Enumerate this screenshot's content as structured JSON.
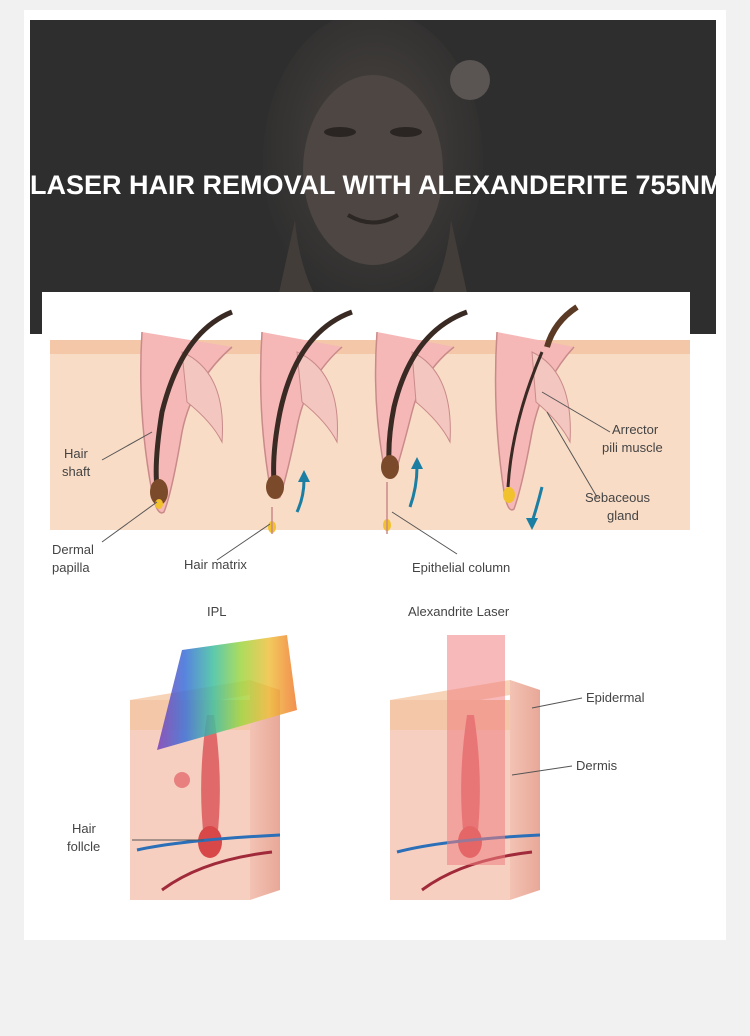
{
  "banner": {
    "title": "LASER HAIR REMOVAL WITH ALEXANDERITE 755NM"
  },
  "follicle_diagram": {
    "labels": {
      "hair_shaft_1": "Hair",
      "hair_shaft_2": "shaft",
      "dermal_papilla_1": "Dermal",
      "dermal_papilla_2": "papilla",
      "hair_matrix": "Hair matrix",
      "epithelial_column": "Epithelial column",
      "arrector_1": "Arrector",
      "arrector_2": "pili muscle",
      "sebaceous_1": "Sebaceous",
      "sebaceous_2": "gland"
    },
    "colors": {
      "skin": "#f7d3b8",
      "follicle": "#f2a8a8",
      "hair": "#3a2a24",
      "arrow": "#1b7fa3"
    }
  },
  "comparison": {
    "ipl_title": "IPL",
    "laser_title": "Alexandrite Laser",
    "labels": {
      "hair_follicle_1": "Hair",
      "hair_follicle_2": "follcle",
      "epidermal": "Epidermal",
      "dermis": "Dermis"
    },
    "colors": {
      "laser_beam": "#f08080",
      "skin_block": "#f6c6b5"
    }
  }
}
